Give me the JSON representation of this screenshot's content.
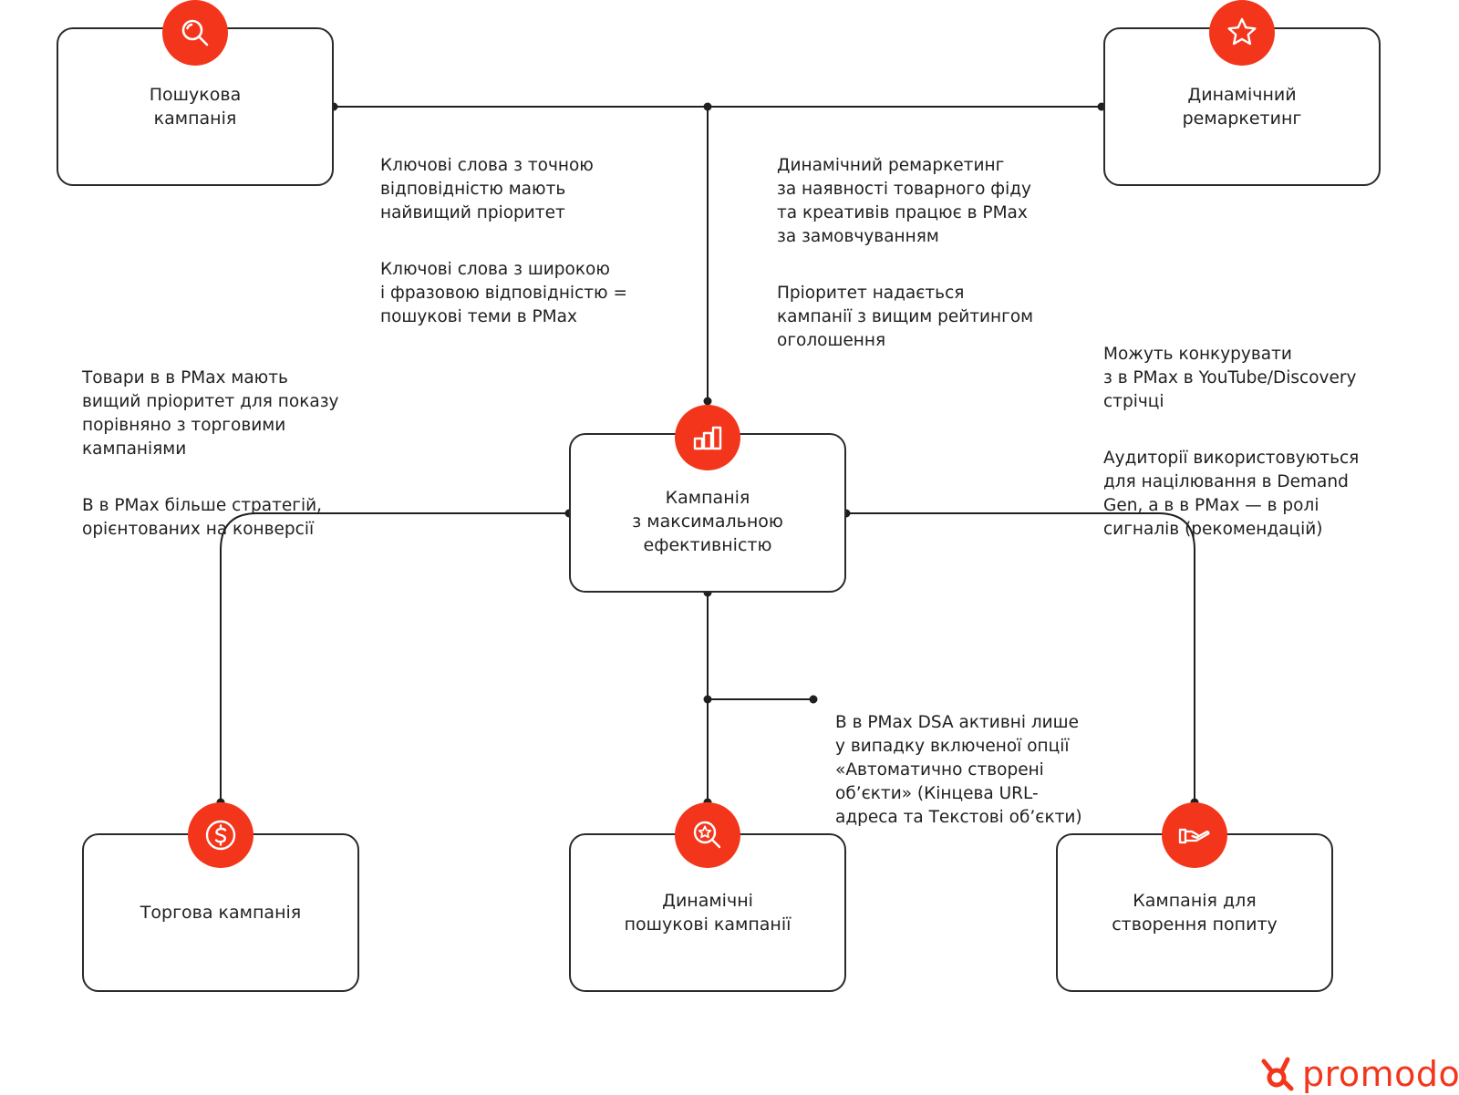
{
  "colors": {
    "accent": "#f3361b",
    "line": "#1f1f1f",
    "box_border": "#2a2a2a"
  },
  "nodes": {
    "search": {
      "label": "Пошукова\nкампанія",
      "icon": "search-icon"
    },
    "remarketing": {
      "label": "Динамічний\nремаркетинг",
      "icon": "star-icon"
    },
    "pmax": {
      "label": "Кампанія\nз максимальною\nефективністю",
      "icon": "bar-chart-icon"
    },
    "shopping": {
      "label": "Торгова кампанія",
      "icon": "dollar-icon"
    },
    "dsa": {
      "label": "Динамічні\nпошукові кампанії",
      "icon": "search-star-icon"
    },
    "demand": {
      "label": "Кампанія для\nстворення попиту",
      "icon": "hand-icon"
    }
  },
  "notes": {
    "search": [
      "Ключові слова з точною\nвідповідністю мають\nнайвищий пріоритет",
      "Ключові слова з широкою\nі фразовою відповідністю =\nпошукові теми в PMax"
    ],
    "remarketing": [
      "Динамічний ремаркетинг\nза наявності товарного фіду\nта креативів працює в PMax\nза замовчуванням",
      "Пріоритет надається\nкампанії з вищим рейтингом\nоголошення"
    ],
    "shopping": [
      "Товари в в PMax мають\nвищий пріоритет для показу\nпорівняно з торговими\nкампаніями",
      "В в PMax більше стратегій,\nорієнтованих на конверсії"
    ],
    "demand": [
      "Можуть конкурувати\nз в PMax в YouTube/Discovery\nстрічці",
      "Аудиторії використовуються\nдля націлювання в Demand\nGen, а в в PMax — в ролі\nсигналів (рекомендацій)"
    ],
    "dsa": [
      "В в PMax DSA активні лише\nу випадку включеної опції\n«Автоматично створені\nоб’єкти» (Кінцева URL-\nадреса та Текстові об’єкти)"
    ]
  },
  "brand": {
    "logo_text": "promodo"
  }
}
